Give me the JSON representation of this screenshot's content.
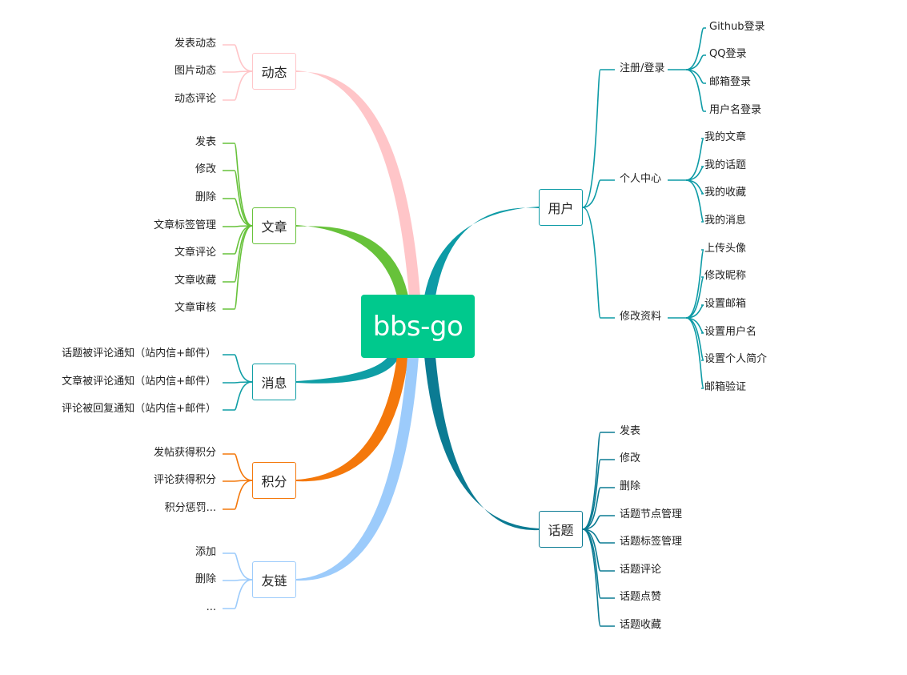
{
  "root": {
    "label": "bbs-go",
    "color": "#00c98d"
  },
  "branches": {
    "dongtai": {
      "label": "动态",
      "color": "#ffc5c8",
      "items": [
        "发表动态",
        "图片动态",
        "动态评论"
      ]
    },
    "wenzhang": {
      "label": "文章",
      "color": "#67c23a",
      "items": [
        "发表",
        "修改",
        "删除",
        "文章标签管理",
        "文章评论",
        "文章收藏",
        "文章审核"
      ]
    },
    "xiaoxi": {
      "label": "消息",
      "color": "#0f9ea5",
      "items": [
        "话题被评论通知（站内信+邮件）",
        "文章被评论通知（站内信+邮件）",
        "评论被回复通知（站内信+邮件）"
      ]
    },
    "jifen": {
      "label": "积分",
      "color": "#f4780b",
      "items": [
        "发帖获得积分",
        "评论获得积分",
        "积分惩罚..."
      ]
    },
    "youlian": {
      "label": "友链",
      "color": "#9ccbfb",
      "items": [
        "添加",
        "删除",
        "..."
      ]
    },
    "yonghu": {
      "label": "用户",
      "color": "#0d9ba6",
      "groups": [
        {
          "label": "注册/登录",
          "items": [
            "Github登录",
            "QQ登录",
            "邮箱登录",
            "用户名登录"
          ]
        },
        {
          "label": "个人中心",
          "items": [
            "我的文章",
            "我的话题",
            "我的收藏",
            "我的消息"
          ]
        },
        {
          "label": "修改资料",
          "items": [
            "上传头像",
            "修改昵称",
            "设置邮箱",
            "设置用户名",
            "设置个人简介",
            "邮箱验证"
          ]
        }
      ]
    },
    "huati": {
      "label": "话题",
      "color": "#0b7b93",
      "items": [
        "发表",
        "修改",
        "删除",
        "话题节点管理",
        "话题标签管理",
        "话题评论",
        "话题点赞",
        "话题收藏"
      ]
    }
  }
}
